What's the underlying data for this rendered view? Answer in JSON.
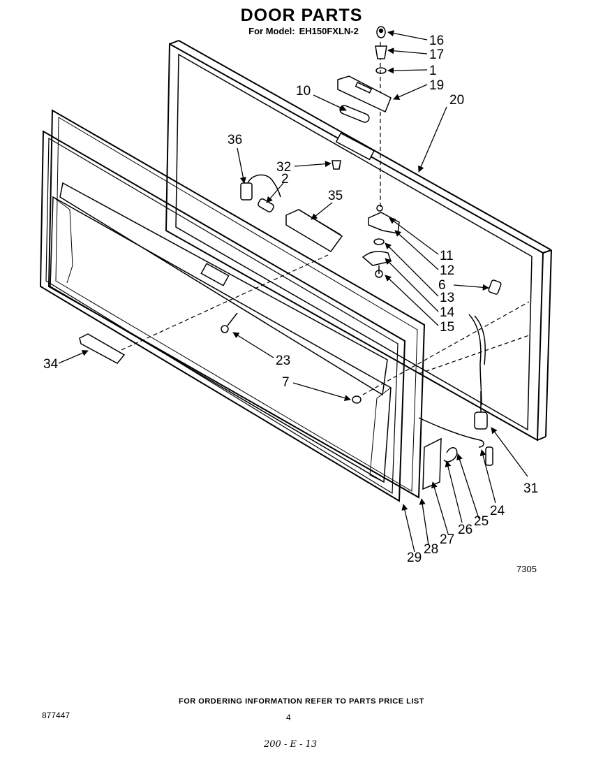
{
  "header": {
    "title": "DOOR PARTS",
    "model_prefix": "For Model:",
    "model_number": "EH150FXLN-2"
  },
  "callouts": [
    "16",
    "17",
    "1",
    "19",
    "20",
    "10",
    "36",
    "32",
    "2",
    "35",
    "11",
    "12",
    "6",
    "13",
    "14",
    "15",
    "23",
    "34",
    "7",
    "31",
    "24",
    "25",
    "26",
    "27",
    "28",
    "29"
  ],
  "figure_id": "7305",
  "footer": {
    "note": "FOR ORDERING INFORMATION REFER TO PARTS PRICE LIST",
    "doc_number": "877447",
    "page_number": "4",
    "handwritten": "200 - E - 13"
  }
}
